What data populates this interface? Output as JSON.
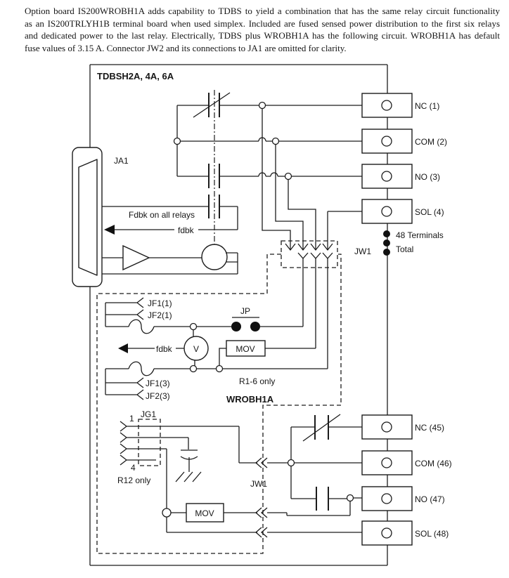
{
  "intro": {
    "lines": [
      "Option board IS200WROBH1A adds capability to TDBS to yield a combination that has the same relay circuit functionality",
      "as an IS200TRLYH1B terminal board when used simplex. Included are fused sensed power distribution to the first six relays",
      "and dedicated power to the last relay. Electrically, TDBS plus WROBH1A has the following circuit. WROBH1A has default",
      "fuse values of 3.15 A. Connector JW2 and its connections to JA1 are omitted for clarity."
    ]
  },
  "diagram": {
    "board_title": "TDBSH2A, 4A, 6A",
    "connector_ja1": "JA1",
    "fdbk_all_relays": "Fdbk on all relays",
    "fdbk_top": "fdbk",
    "fdbk_mid": "fdbk",
    "jw1_top": "JW1",
    "jw1_bottom": "JW1",
    "jp": "JP",
    "mov_top": "MOV",
    "mov_bottom": "MOV",
    "v_sensor": "V",
    "r1_6_only": "R1-6 only",
    "wrobh1a_label": "WROBH1A",
    "jg1": "JG1",
    "jg1_pin_first": "1",
    "jg1_pin_last": "4",
    "r12_only": "R12 only",
    "jf1_1": "JF1(1)",
    "jf2_1": "JF2(1)",
    "jf1_3": "JF1(3)",
    "jf2_3": "JF2(3)",
    "terminals_note_line1": "48 Terminals",
    "terminals_note_line2": "Total",
    "terminals_top": [
      {
        "label": "NC (1)"
      },
      {
        "label": "COM (2)"
      },
      {
        "label": "NO (3)"
      },
      {
        "label": "SOL (4)"
      }
    ],
    "terminals_bottom": [
      {
        "label": "NC (45)"
      },
      {
        "label": "COM (46)"
      },
      {
        "label": "NO (47)"
      },
      {
        "label": "SOL (48)"
      }
    ]
  }
}
